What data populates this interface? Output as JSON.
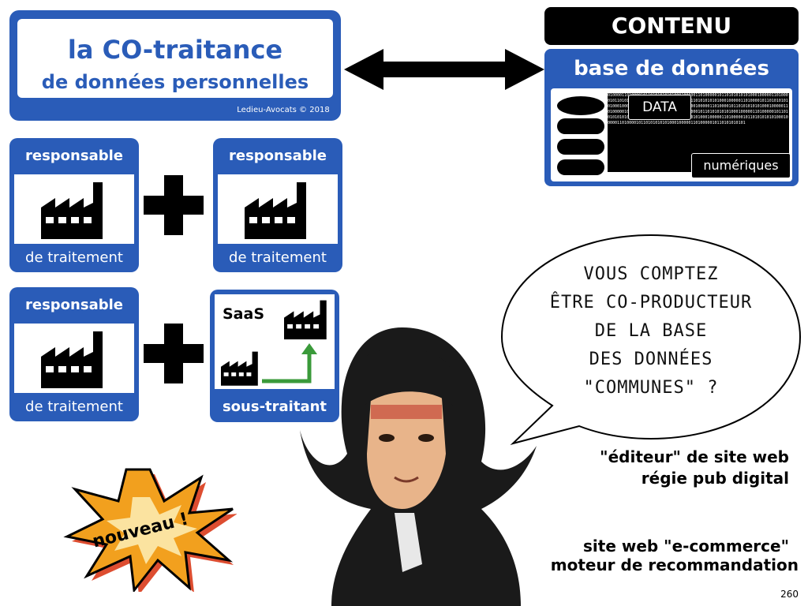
{
  "title": {
    "line1": "la CO-traitance",
    "line2": "de données personnelles",
    "credit": "Ledieu-Avocats © 2018"
  },
  "cards": {
    "top_left": {
      "head": "responsable",
      "foot": "de traitement"
    },
    "top_right": {
      "head": "responsable",
      "foot": "de traitement"
    },
    "bottom_left": {
      "head": "responsable",
      "foot": "de traitement"
    },
    "bottom_right": {
      "head": "SaaS",
      "foot": "sous-traitant"
    }
  },
  "content": {
    "header": "CONTENU",
    "subtitle": "base de données",
    "data_tag": "DATA",
    "num_tag": "numériques",
    "binary": "010000110100001011010101010100010000011010000010110101010101000100000110100001011010101010100010000011010000010110101010101000100000110100001011010101010100010000011010000010110101010101000100000110100001011010101010100010000011010000010110101010101000100000110100001011010101010100010000011010000010110101010101000100000110100001011010101010100010000011010000010110101010101000100000110100001011010101010100010000011010000010110101010101"
  },
  "bubble": {
    "lines": [
      "VOUS COMPTEZ",
      "ÊTRE CO-PRODUCTEUR",
      "DE LA BASE",
      "DES DONNÉES",
      "\"COMMUNES\" ?"
    ]
  },
  "captions": {
    "c1": "\"éditeur\" de site web",
    "c2": "régie pub digital",
    "c3": "site web \"e-commerce\"",
    "c4": "moteur de recommandation"
  },
  "burst": {
    "label": "nouveau !"
  },
  "page_number": "260",
  "colors": {
    "accent": "#2a5cb8",
    "arrow_green": "#3a9a3a",
    "burst_orange": "#f2a01e",
    "burst_red": "#d93a1a"
  }
}
